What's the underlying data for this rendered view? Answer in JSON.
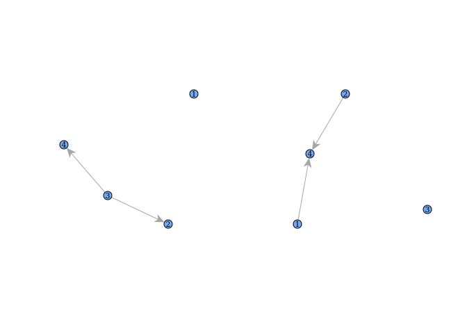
{
  "colors": {
    "node_fill": "#74a9f5",
    "node_border": "#000000",
    "edge": "#a6a6a6",
    "background": "#ffffff"
  },
  "graphs": [
    {
      "nodes": [
        {
          "id": "1",
          "label": "1"
        },
        {
          "id": "2",
          "label": "2"
        },
        {
          "id": "3",
          "label": "3"
        },
        {
          "id": "4",
          "label": "4"
        }
      ],
      "edges": [
        {
          "from": "3",
          "to": "4",
          "directed": true
        },
        {
          "from": "3",
          "to": "2",
          "directed": true
        }
      ]
    },
    {
      "nodes": [
        {
          "id": "1",
          "label": "1"
        },
        {
          "id": "2",
          "label": "2"
        },
        {
          "id": "3",
          "label": "3"
        },
        {
          "id": "4",
          "label": "4"
        }
      ],
      "edges": [
        {
          "from": "2",
          "to": "4",
          "directed": true
        },
        {
          "from": "1",
          "to": "4",
          "directed": true
        }
      ]
    }
  ]
}
